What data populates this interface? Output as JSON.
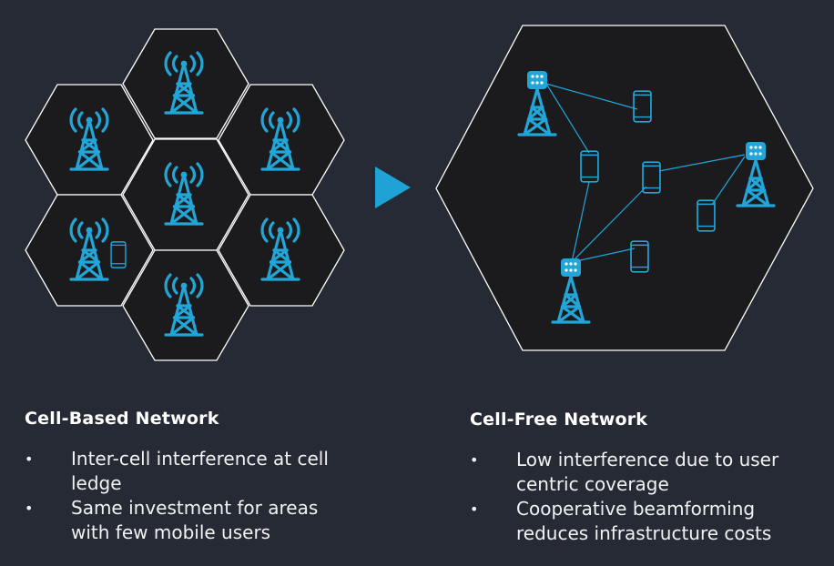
{
  "colors": {
    "background": "#262a35",
    "cell_fill": "#1b1b1d",
    "cell_stroke": "#ffffff",
    "accent": "#22a6d8",
    "arrow": "#1fa3d6"
  },
  "icons": {
    "tower": "cell-tower-icon",
    "phone": "smartphone-icon",
    "arrow": "play-arrow-icon"
  },
  "left": {
    "title": "Cell-Based Network",
    "bullets": [
      {
        "symbol": "•",
        "text": "Inter-cell interference at cell ledge"
      },
      {
        "symbol": "•",
        "text": "Same investment for areas with few mobile users"
      }
    ]
  },
  "right": {
    "title": "Cell-Free Network",
    "bullets": [
      {
        "symbol": "•",
        "text": "Low interference due to user centric coverage"
      },
      {
        "symbol": "•",
        "text": "Cooperative beamforming reduces infrastructure costs"
      }
    ]
  }
}
